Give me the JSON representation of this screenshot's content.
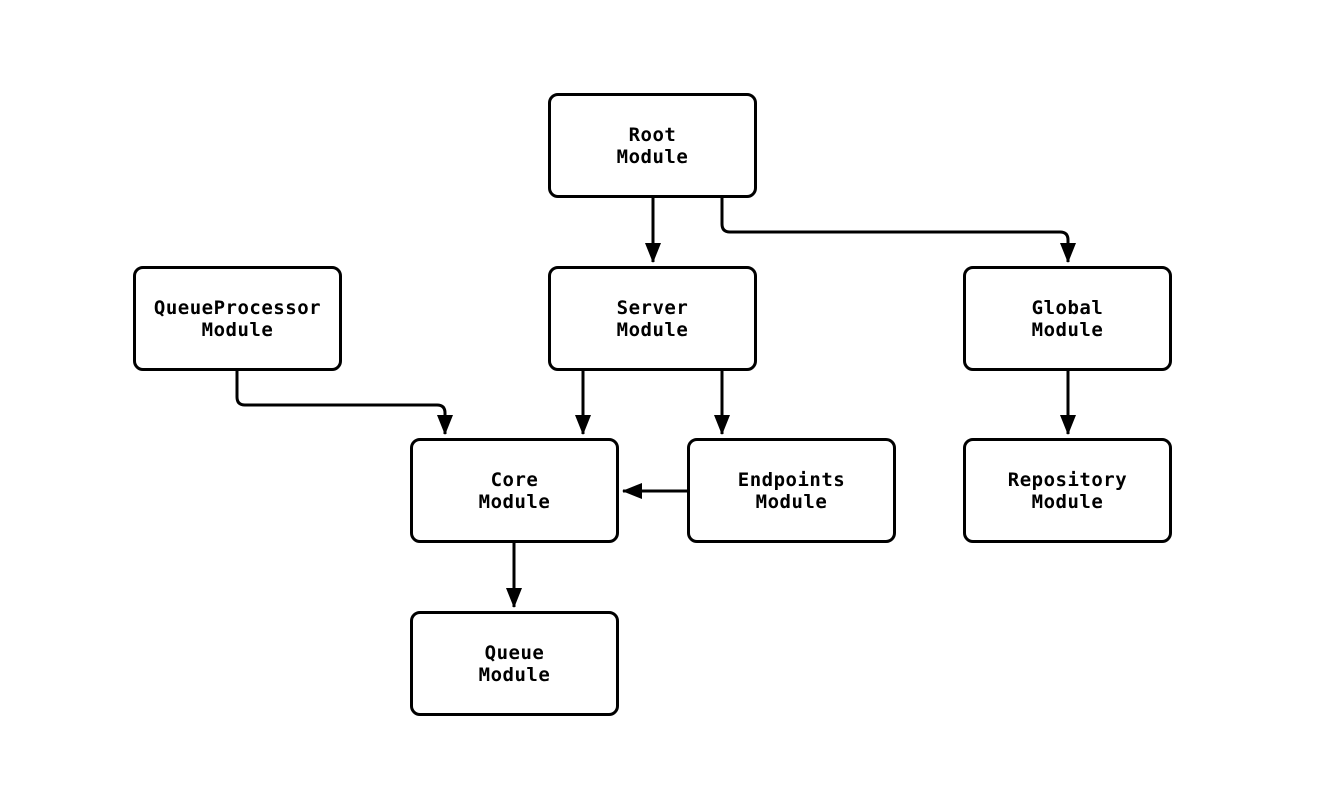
{
  "diagram": {
    "type": "flowchart",
    "direction": "top-down",
    "colors": {
      "node_border": "#000000",
      "node_fill": "#ffffff",
      "edge_stroke": "#000000",
      "text": "#000000",
      "background": "#ffffff"
    },
    "nodes": [
      {
        "id": "root",
        "label": "Root\nModule"
      },
      {
        "id": "queueprocessor",
        "label": "QueueProcessor\nModule"
      },
      {
        "id": "server",
        "label": "Server\nModule"
      },
      {
        "id": "global",
        "label": "Global\nModule"
      },
      {
        "id": "core",
        "label": "Core\nModule"
      },
      {
        "id": "endpoints",
        "label": "Endpoints\nModule"
      },
      {
        "id": "repository",
        "label": "Repository\nModule"
      },
      {
        "id": "queue",
        "label": "Queue\nModule"
      }
    ],
    "edges": [
      {
        "from": "root",
        "to": "server"
      },
      {
        "from": "root",
        "to": "global"
      },
      {
        "from": "queueprocessor",
        "to": "core"
      },
      {
        "from": "server",
        "to": "core"
      },
      {
        "from": "server",
        "to": "endpoints"
      },
      {
        "from": "endpoints",
        "to": "core"
      },
      {
        "from": "global",
        "to": "repository"
      },
      {
        "from": "core",
        "to": "queue"
      }
    ]
  }
}
